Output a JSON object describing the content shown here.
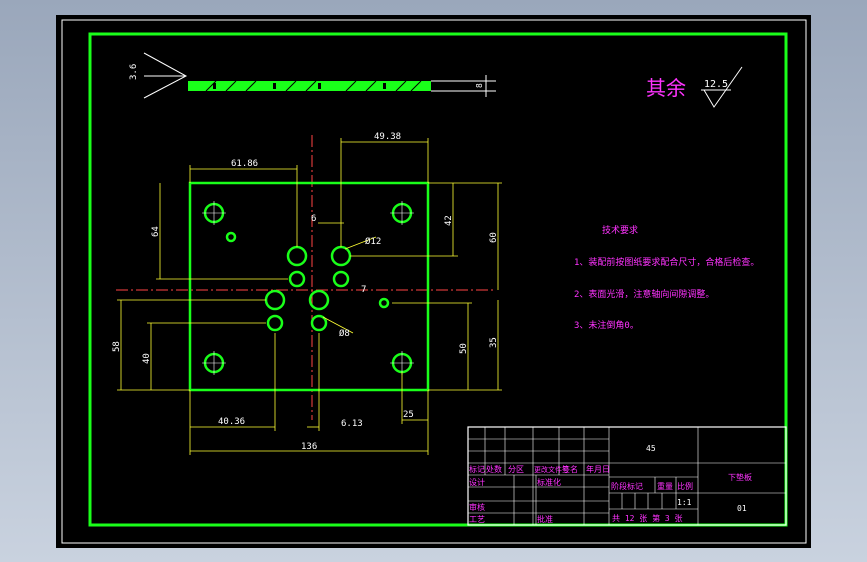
{
  "drawing": {
    "roughness": {
      "label": "其余",
      "value": "12.5"
    },
    "side_view": {
      "left_dim": "3.6",
      "right_dim": "8"
    },
    "dims": {
      "d1": "61.86",
      "d2": "49.38",
      "d3": "64",
      "d4": "6",
      "d5": "42",
      "d6": "60",
      "d7": "Ø12",
      "d8": "Ø8",
      "d9": "58",
      "d10": "40",
      "d11": "50",
      "d12": "35",
      "d13": "40.36",
      "d14": "6.13",
      "d15": "25",
      "d16": "136",
      "d17": "7"
    },
    "tech": {
      "title": "技术要求",
      "items": [
        "1、装配前按图纸要求配合尺寸，合格后检查。",
        "2、表面光滑，注意轴向间隙调整。",
        "3、未注倒角0。"
      ]
    },
    "title_block": {
      "material": "45",
      "part_name": "下垫板",
      "code": "01",
      "r_labels": [
        "标记",
        "处数",
        "分区",
        "更改文件号",
        "签名",
        "年月日"
      ],
      "r2": "设计",
      "r2b": "标准化",
      "r3": "审核",
      "r4": "工艺",
      "r4b": "批准",
      "r5": "阶段标记",
      "r6": "重量",
      "r7": "比例",
      "scale": "1:1",
      "sheets": "共 12 张  第 3 张"
    }
  }
}
